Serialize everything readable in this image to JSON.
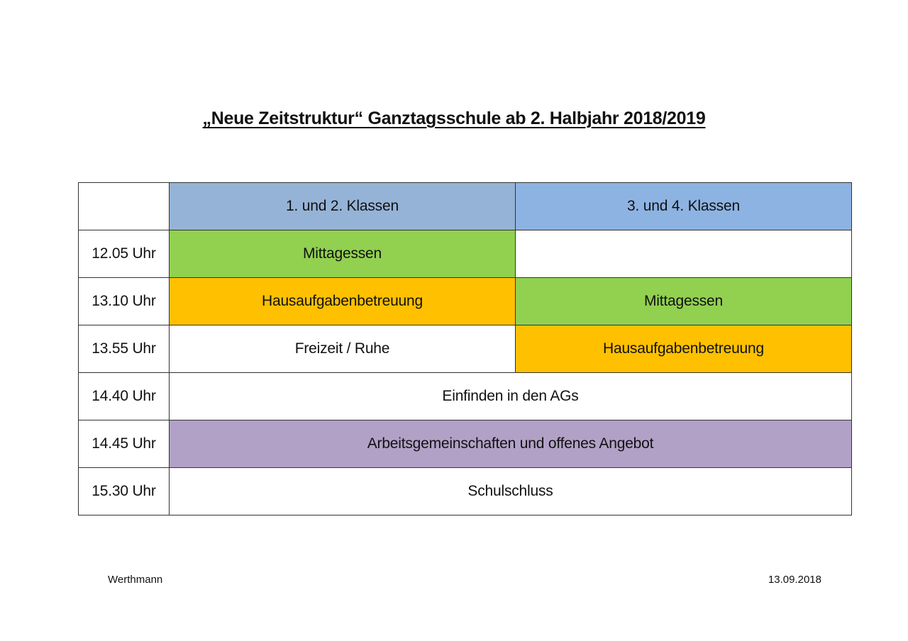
{
  "document": {
    "title": "„Neue Zeitstruktur“ Ganztagsschule ab 2. Halbjahr 2018/2019"
  },
  "table": {
    "header": {
      "time": "",
      "col1": "1. und 2. Klassen",
      "col2": "3. und 4. Klassen"
    },
    "rows": [
      {
        "time": "12.05 Uhr",
        "col1": "Mittagessen",
        "col2": ""
      },
      {
        "time": "13.10 Uhr",
        "col1": "Hausaufgabenbetreuung",
        "col2": "Mittagessen"
      },
      {
        "time": "13.55 Uhr",
        "col1": "Freizeit / Ruhe",
        "col2": "Hausaufgabenbetreuung"
      },
      {
        "time": "14.40 Uhr",
        "span": "Einfinden in den AGs"
      },
      {
        "time": "14.45 Uhr",
        "span": "Arbeitsgemeinschaften und offenes Angebot"
      },
      {
        "time": "15.30 Uhr",
        "span": "Schulschluss"
      }
    ]
  },
  "colors": {
    "header_col1": "#95b3d7",
    "header_col2": "#8db3e2",
    "lunch": "#92d050",
    "homework": "#ffc000",
    "activities": "#b2a1c7"
  },
  "footer": {
    "author": "Werthmann",
    "date": "13.09.2018"
  }
}
